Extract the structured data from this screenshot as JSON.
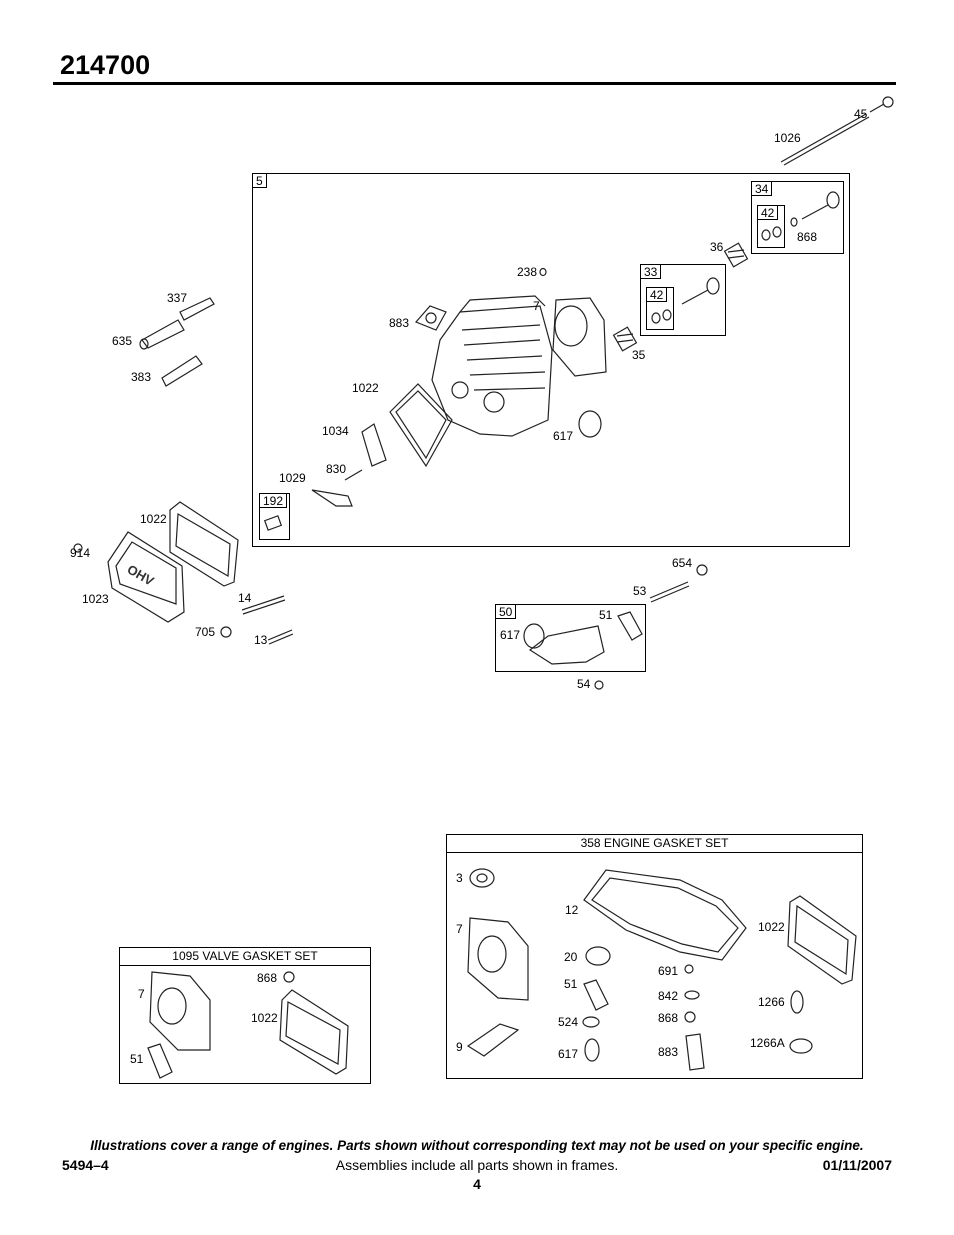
{
  "document": {
    "model": "214700"
  },
  "frames": {
    "head": "5",
    "valve_34": "34",
    "keeper_42a": "42",
    "valve_33": "33",
    "keeper_42b": "42",
    "breather_192": "192",
    "intake_50": "50"
  },
  "gasket_sets": {
    "valve": "1095 VALVE GASKET SET",
    "engine": "358 ENGINE GASKET SET"
  },
  "callouts": {
    "p45": "45",
    "p1026": "1026",
    "p868a": "868",
    "p36": "36",
    "p238": "238",
    "p7a": "7",
    "p883a": "883",
    "p35": "35",
    "p337": "337",
    "p635": "635",
    "p383": "383",
    "p1022a": "1022",
    "p1034": "1034",
    "p617a": "617",
    "p830": "830",
    "p1029": "1029",
    "p1022b": "1022",
    "p914": "914",
    "p1023": "1023",
    "p14": "14",
    "p705": "705",
    "p13": "13",
    "p654": "654",
    "p53": "53",
    "p51a": "51",
    "p617b": "617",
    "p54": "54",
    "v7": "7",
    "v868": "868",
    "v1022": "1022",
    "v51": "51",
    "e3": "3",
    "e12": "12",
    "e7": "7",
    "e1022": "1022",
    "e20": "20",
    "e691": "691",
    "e51": "51",
    "e842": "842",
    "e1266": "1266",
    "e524": "524",
    "e868": "868",
    "e9": "9",
    "e617": "617",
    "e883": "883",
    "e1266a": "1266A"
  },
  "footer": {
    "note": "Illustrations cover a range of engines. Parts shown without corresponding text may not be used on your specific engine.",
    "doc_number": "5494–4",
    "assemblies": "Assemblies include all parts shown in frames.",
    "date": "01/11/2007",
    "page": "4"
  }
}
